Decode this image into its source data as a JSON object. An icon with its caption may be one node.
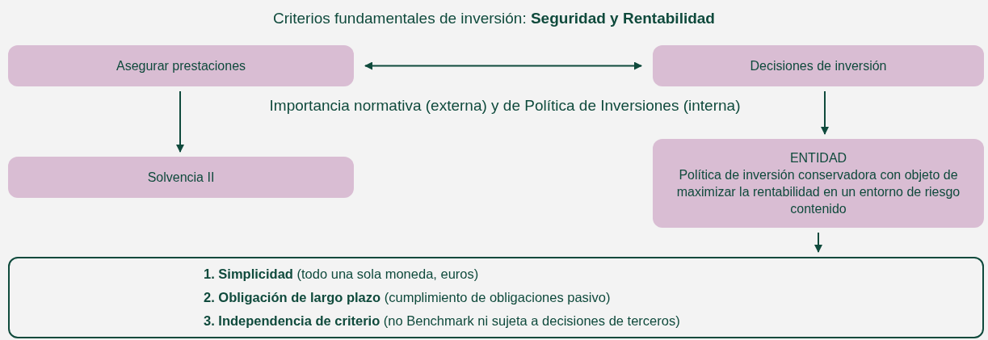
{
  "diagram": {
    "title": "Criterios fundamentales de inversión: **Seguridad y Rentabilidad**",
    "nodes": [
      {
        "text": [
          "Asegurar prestaciones"
        ]
      },
      {
        "text": [
          "Decisiones de inversión"
        ]
      },
      {
        "text": [
          "Solvencia II"
        ]
      },
      {
        "text": [
          "ENTIDAD",
          "Política de inversión conservadora con objeto de maximizar la rentabilidad en un entorno de riesgo contenido"
        ]
      },
      {
        "text": [
          "**1. Simplicidad** (todo una sola moneda, euros)",
          "**2. Obligación de largo plazo** (cumplimiento de obligaciones pasivo)",
          "**3. Independencia de criterio** (no Benchmark ni sujeta a decisiones de terceros)"
        ]
      }
    ],
    "edges": [
      {
        "from": 0,
        "to": 1,
        "arrow": "both"
      },
      {
        "from": 0,
        "to": 2,
        "arrow": "to"
      },
      {
        "from": 1,
        "to": 3,
        "arrow": "to"
      },
      {
        "from": 3,
        "to": 4,
        "arrow": "to"
      }
    ],
    "labels": [
      "Importancia normativa (externa) y de Política de Inversiones (interna)"
    ]
  }
}
